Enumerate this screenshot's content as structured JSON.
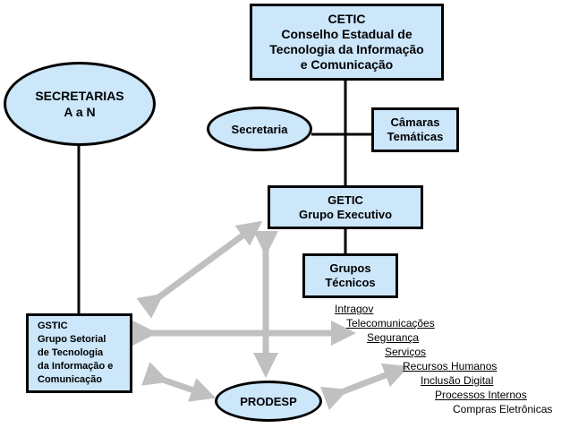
{
  "nodes": {
    "cetic": [
      "CETIC",
      "Conselho Estadual de",
      "Tecnologia da Informação",
      "e Comunicação"
    ],
    "secretarias": [
      "SECRETARIAS",
      "A a N"
    ],
    "secretaria": [
      "Secretaria"
    ],
    "camaras": [
      "Câmaras",
      "Temáticas"
    ],
    "getic": [
      "GETIC",
      "Grupo Executivo"
    ],
    "grupos": [
      "Grupos",
      "Técnicos"
    ],
    "gstic": [
      "GSTIC",
      "Grupo Setorial",
      "de Tecnologia",
      "da Informação e",
      "Comunicação"
    ],
    "prodesp": [
      "PRODESP"
    ]
  },
  "topics": [
    "Intragov",
    "Telecomunicações",
    "Segurança",
    "Serviços",
    "Recursos Humanos",
    "Inclusão Digital",
    "Processos Internos",
    "Compras Eletrônicas"
  ],
  "colors": {
    "fill": "#cce6fa",
    "arrow": "#c0c0c0",
    "stroke": "#000000"
  }
}
